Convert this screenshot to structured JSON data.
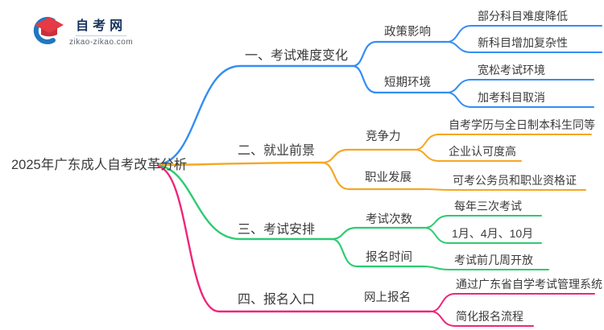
{
  "logo": {
    "icon": "graduation-cap-icon",
    "site_name": "自考网",
    "site_domain": "zikao-zikao.com",
    "icon_blue": "#2077c0",
    "icon_red": "#e63a45",
    "icon_red_dark": "#c9303c"
  },
  "mindmap": {
    "root": "2025年广东成人自考改革分析",
    "text_color": "#3b3b3b",
    "branches": [
      {
        "label": "一、考试难度变化",
        "color": "#338df5",
        "children": [
          {
            "label": "政策影响",
            "children": [
              {
                "label": "部分科目难度降低"
              },
              {
                "label": "新科目增加复杂性"
              }
            ]
          },
          {
            "label": "短期环境",
            "children": [
              {
                "label": "宽松考试环境"
              },
              {
                "label": "加考科目取消"
              }
            ]
          }
        ]
      },
      {
        "label": "二、就业前景",
        "color": "#f5a623",
        "children": [
          {
            "label": "竞争力",
            "children": [
              {
                "label": "自考学历与全日制本科生同等"
              },
              {
                "label": "企业认可度高"
              }
            ]
          },
          {
            "label": "职业发展",
            "children": [
              {
                "label": "可考公务员和职业资格证"
              }
            ]
          }
        ]
      },
      {
        "label": "三、考试安排",
        "color": "#2dcb73",
        "children": [
          {
            "label": "考试次数",
            "children": [
              {
                "label": "每年三次考试"
              },
              {
                "label": "1月、4月、10月"
              }
            ]
          },
          {
            "label": "报名时间",
            "children": [
              {
                "label": "考试前几周开放"
              }
            ]
          }
        ]
      },
      {
        "label": "四、报名入口",
        "color": "#f02578",
        "children": [
          {
            "label": "网上报名",
            "children": [
              {
                "label": "通过广东省自学考试管理系统"
              },
              {
                "label": "简化报名流程"
              }
            ]
          }
        ]
      }
    ]
  }
}
